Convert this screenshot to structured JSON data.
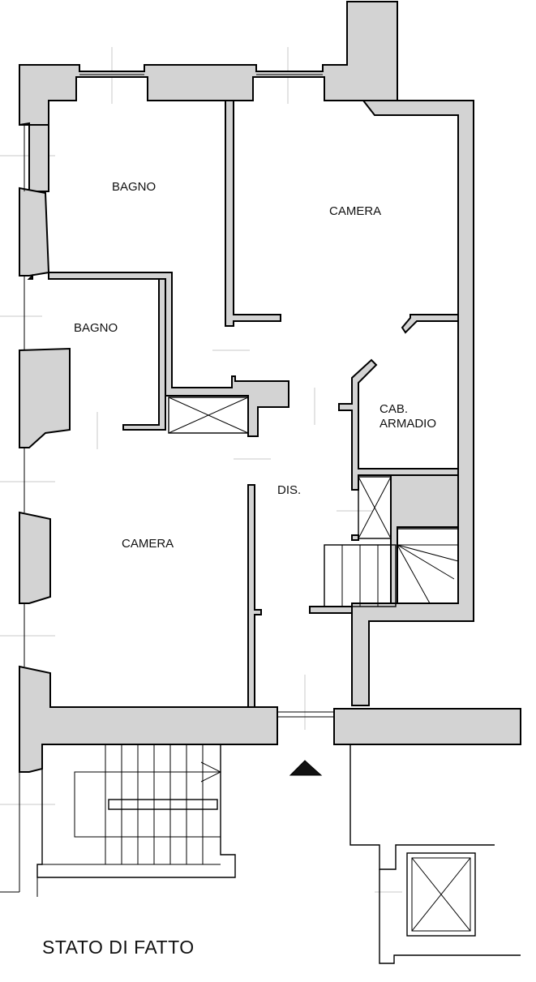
{
  "rooms": {
    "bagno_top": "BAGNO",
    "camera_top": "CAMERA",
    "bagno_left": "BAGNO",
    "cab_line1": "CAB.",
    "cab_line2": "ARMADIO",
    "dis": "DIS.",
    "camera_left": "CAMERA"
  },
  "caption": "STATO DI FATTO",
  "colors": {
    "wall_fill": "#d3d3d3",
    "line": "#000000",
    "guide": "#c8c8c8"
  },
  "icons": {
    "entrance": "entrance-arrow-icon"
  }
}
